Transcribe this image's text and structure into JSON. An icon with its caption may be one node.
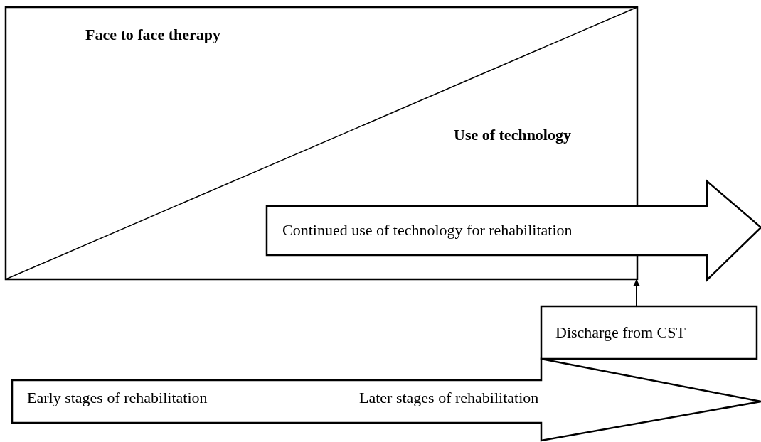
{
  "diagram": {
    "nodes": [
      {
        "text": [
          "Face to face therapy",
          "Use of technology"
        ]
      },
      {
        "text": [
          "Continued use of technology for rehabilitation"
        ]
      },
      {
        "text": [
          "Discharge from CST"
        ]
      },
      {
        "text": [
          "Early stages of rehabilitation",
          "Later stages of rehabilitation"
        ]
      }
    ],
    "edges": [
      {
        "from": 2,
        "to": 0,
        "arrow": "to"
      }
    ]
  }
}
